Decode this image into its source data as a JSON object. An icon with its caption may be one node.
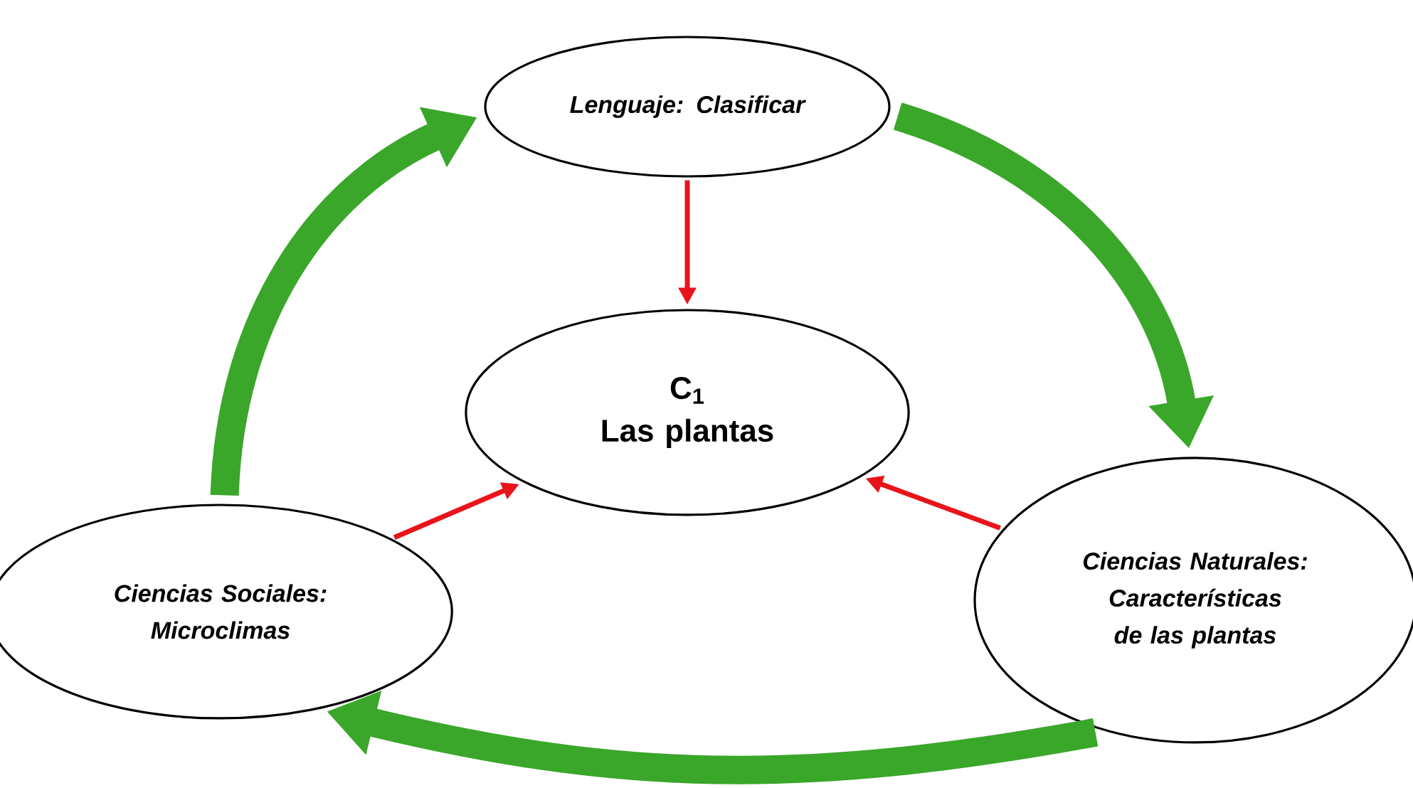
{
  "diagram": {
    "nodes": [
      {
        "text": [
          "Lenguaje: Clasificar"
        ]
      },
      {
        "text": [
          "C$_{1}$",
          "Las plantas"
        ]
      },
      {
        "text": [
          "Ciencias Sociales: Microclimas"
        ]
      },
      {
        "text": [
          "Ciencias Naturales: Características de las plantas"
        ]
      }
    ],
    "edges": [
      {
        "from": 0,
        "to": 1,
        "arrow": "to",
        "color": "#e8141b"
      },
      {
        "from": 2,
        "to": 1,
        "arrow": "to",
        "color": "#e8141b"
      },
      {
        "from": 3,
        "to": 1,
        "arrow": "to",
        "color": "#e8141b"
      },
      {
        "from": 2,
        "to": 0,
        "arrow": "to",
        "style": "thick",
        "color": "#3aa62a"
      },
      {
        "from": 0,
        "to": 3,
        "arrow": "to",
        "style": "thick",
        "color": "#3aa62a"
      },
      {
        "from": 3,
        "to": 2,
        "arrow": "to",
        "style": "thick",
        "color": "#3aa62a"
      }
    ]
  }
}
